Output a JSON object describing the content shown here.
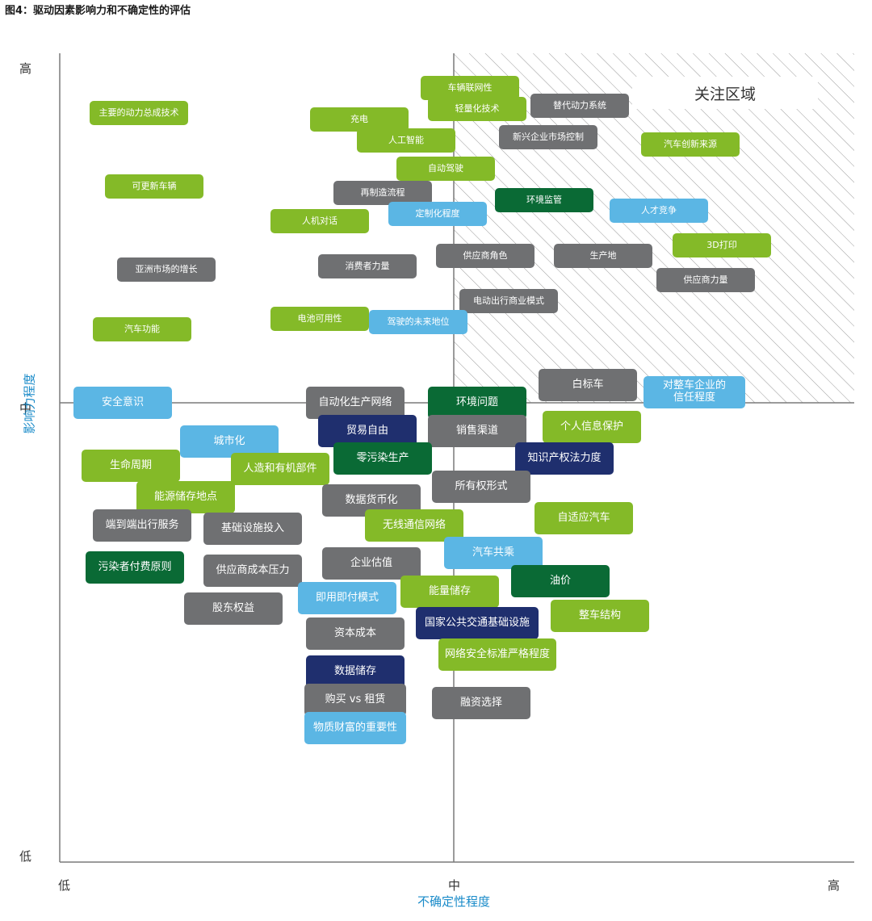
{
  "figure_title": "图4：驱动因素影响力和不确定性的评估",
  "colors": {
    "lightgreen": "#84ba28",
    "gray": "#6f7072",
    "darkgreen": "#0a6a35",
    "lightblue": "#5bb6e4",
    "navy": "#1f2f6e",
    "axis": "#7a7a7a",
    "title_blue": "#1a8bc9"
  },
  "chart_data": {
    "type": "scatter",
    "title": "图4：驱动因素影响力和不确定性的评估",
    "xlabel": "不确定性程度",
    "ylabel": "影响力程度",
    "x_ticks": [
      "低",
      "中",
      "高"
    ],
    "y_ticks": [
      "低",
      "中",
      "高"
    ],
    "focus_area_label": "关注区域",
    "points": [
      {
        "label": "主要的动力总成技术",
        "x": 0.2,
        "y": 0.83,
        "color": "lightgreen"
      },
      {
        "label": "车辆联网性",
        "x": 1.04,
        "y": 0.9,
        "color": "lightgreen"
      },
      {
        "label": "轻量化技术",
        "x": 1.06,
        "y": 0.84,
        "color": "lightgreen"
      },
      {
        "label": "替代动力系统",
        "x": 1.32,
        "y": 0.85,
        "color": "gray"
      },
      {
        "label": "充电",
        "x": 0.76,
        "y": 0.81,
        "color": "lightgreen"
      },
      {
        "label": "人工智能",
        "x": 0.88,
        "y": 0.75,
        "color": "lightgreen"
      },
      {
        "label": "新兴企业市场控制",
        "x": 1.24,
        "y": 0.76,
        "color": "gray"
      },
      {
        "label": "汽车创新来源",
        "x": 1.6,
        "y": 0.74,
        "color": "lightgreen"
      },
      {
        "label": "自动驾驶",
        "x": 0.98,
        "y": 0.67,
        "color": "lightgreen"
      },
      {
        "label": "可更新车辆",
        "x": 0.24,
        "y": 0.62,
        "color": "lightgreen"
      },
      {
        "label": "再制造流程",
        "x": 0.82,
        "y": 0.6,
        "color": "gray"
      },
      {
        "label": "环境监管",
        "x": 1.23,
        "y": 0.58,
        "color": "darkgreen"
      },
      {
        "label": "人才竞争",
        "x": 1.52,
        "y": 0.55,
        "color": "lightblue"
      },
      {
        "label": "定制化程度",
        "x": 0.96,
        "y": 0.54,
        "color": "lightblue"
      },
      {
        "label": "人机对话",
        "x": 0.66,
        "y": 0.52,
        "color": "lightgreen"
      },
      {
        "label": "3D打印",
        "x": 1.68,
        "y": 0.45,
        "color": "lightgreen"
      },
      {
        "label": "供应商角色",
        "x": 1.08,
        "y": 0.42,
        "color": "gray"
      },
      {
        "label": "生产地",
        "x": 1.38,
        "y": 0.42,
        "color": "gray"
      },
      {
        "label": "亚洲市场的增长",
        "x": 0.27,
        "y": 0.38,
        "color": "gray"
      },
      {
        "label": "消费者力量",
        "x": 0.78,
        "y": 0.39,
        "color": "gray"
      },
      {
        "label": "供应商力量",
        "x": 1.64,
        "y": 0.35,
        "color": "gray"
      },
      {
        "label": "电动出行商业模式",
        "x": 1.14,
        "y": 0.29,
        "color": "gray"
      },
      {
        "label": "电池可用性",
        "x": 0.66,
        "y": 0.24,
        "color": "lightgreen"
      },
      {
        "label": "驾驶的未来地位",
        "x": 0.91,
        "y": 0.23,
        "color": "lightblue"
      },
      {
        "label": "汽车功能",
        "x": 0.21,
        "y": 0.21,
        "color": "lightgreen"
      },
      {
        "label": "安全意识",
        "x": 0.16,
        "y": -0.0,
        "color": "lightblue"
      },
      {
        "label": "自动化生产网络",
        "x": 0.75,
        "y": -0.0,
        "color": "gray"
      },
      {
        "label": "环境问题",
        "x": 1.06,
        "y": -0.0,
        "color": "darkgreen"
      },
      {
        "label": "白标车",
        "x": 1.34,
        "y": 0.05,
        "color": "gray"
      },
      {
        "label": "对整车企业的信任程度",
        "x": 1.61,
        "y": 0.03,
        "color": "lightblue"
      },
      {
        "label": "贸易自由",
        "x": 0.78,
        "y": -0.08,
        "color": "navy"
      },
      {
        "label": "销售渠道",
        "x": 1.06,
        "y": -0.08,
        "color": "gray"
      },
      {
        "label": "个人信息保护",
        "x": 1.35,
        "y": -0.07,
        "color": "lightgreen"
      },
      {
        "label": "城市化",
        "x": 0.43,
        "y": -0.11,
        "color": "lightblue"
      },
      {
        "label": "零污染生产",
        "x": 0.82,
        "y": -0.16,
        "color": "darkgreen"
      },
      {
        "label": "知识产权法力度",
        "x": 1.28,
        "y": -0.16,
        "color": "navy"
      },
      {
        "label": "生命周期",
        "x": 0.18,
        "y": -0.18,
        "color": "lightgreen"
      },
      {
        "label": "人造和有机部件",
        "x": 0.56,
        "y": -0.19,
        "color": "lightgreen"
      },
      {
        "label": "所有权形式",
        "x": 1.07,
        "y": -0.24,
        "color": "gray"
      },
      {
        "label": "能源储存地点",
        "x": 0.32,
        "y": -0.27,
        "color": "lightgreen"
      },
      {
        "label": "数据货币化",
        "x": 0.79,
        "y": -0.28,
        "color": "gray"
      },
      {
        "label": "端到端出行服务",
        "x": 0.21,
        "y": -0.35,
        "color": "gray"
      },
      {
        "label": "基础设施投入",
        "x": 0.49,
        "y": -0.36,
        "color": "gray"
      },
      {
        "label": "无线通信网络",
        "x": 0.9,
        "y": -0.35,
        "color": "lightgreen"
      },
      {
        "label": "自适应汽车",
        "x": 1.33,
        "y": -0.33,
        "color": "lightgreen"
      },
      {
        "label": "汽车共乘",
        "x": 1.1,
        "y": -0.43,
        "color": "lightblue"
      },
      {
        "label": "企业估值",
        "x": 0.79,
        "y": -0.46,
        "color": "gray"
      },
      {
        "label": "污染者付费原则",
        "x": 0.19,
        "y": -0.47,
        "color": "darkgreen"
      },
      {
        "label": "供应商成本压力",
        "x": 0.49,
        "y": -0.48,
        "color": "gray"
      },
      {
        "label": "油价",
        "x": 1.27,
        "y": -0.51,
        "color": "darkgreen"
      },
      {
        "label": "能量储存",
        "x": 0.99,
        "y": -0.54,
        "color": "lightgreen"
      },
      {
        "label": "即用即付模式",
        "x": 0.73,
        "y": -0.56,
        "color": "lightblue"
      },
      {
        "label": "股东权益",
        "x": 0.44,
        "y": -0.59,
        "color": "gray"
      },
      {
        "label": "整车结构",
        "x": 1.37,
        "y": -0.61,
        "color": "lightgreen"
      },
      {
        "label": "国家公共交通基础设施",
        "x": 1.06,
        "y": -0.63,
        "color": "navy"
      },
      {
        "label": "资本成本",
        "x": 0.75,
        "y": -0.66,
        "color": "gray"
      },
      {
        "label": "网络安全标准严格程度",
        "x": 1.11,
        "y": -0.72,
        "color": "lightgreen"
      },
      {
        "label": "数据储存",
        "x": 0.75,
        "y": -0.77,
        "color": "navy"
      },
      {
        "label": "购买 vs 租赁",
        "x": 0.75,
        "y": -0.85,
        "color": "gray"
      },
      {
        "label": "融资选择",
        "x": 1.07,
        "y": -0.86,
        "color": "gray"
      },
      {
        "label": "物质财富的重要性",
        "x": 0.75,
        "y": -0.93,
        "color": "lightblue"
      }
    ]
  }
}
